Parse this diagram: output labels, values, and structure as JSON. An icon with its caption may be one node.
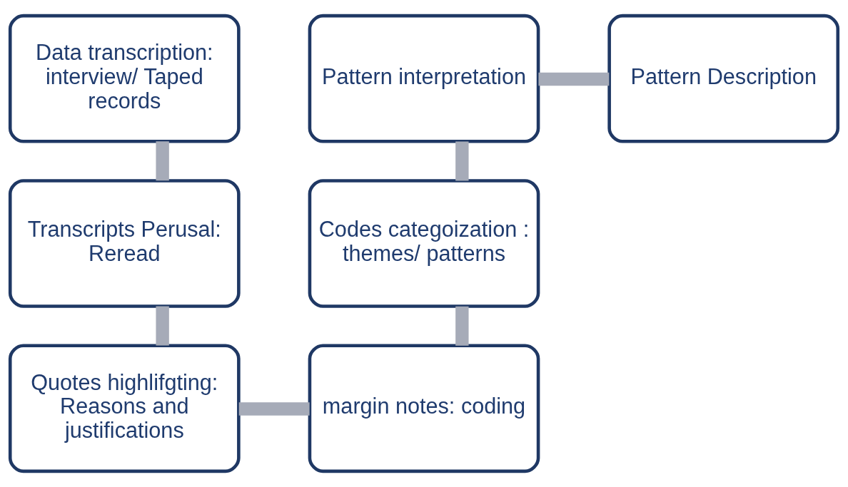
{
  "diagram": {
    "nodes": [
      {
        "text": [
          "Data transcription: interview/ Taped records"
        ]
      },
      {
        "text": [
          "Pattern interpretation"
        ]
      },
      {
        "text": [
          "Pattern Description"
        ]
      },
      {
        "text": [
          "Transcripts Perusal: Reread"
        ]
      },
      {
        "text": [
          "Codes categoization : themes/ patterns"
        ]
      },
      {
        "text": [
          "Quotes highlifgting: Reasons and justifications"
        ]
      },
      {
        "text": [
          "margin notes: coding"
        ]
      }
    ],
    "edges": [
      {
        "from": 0,
        "to": 3,
        "arrow": "none"
      },
      {
        "from": 3,
        "to": 5,
        "arrow": "none"
      },
      {
        "from": 5,
        "to": 6,
        "arrow": "none"
      },
      {
        "from": 6,
        "to": 4,
        "arrow": "none"
      },
      {
        "from": 4,
        "to": 1,
        "arrow": "none"
      },
      {
        "from": 1,
        "to": 2,
        "arrow": "none"
      }
    ]
  }
}
